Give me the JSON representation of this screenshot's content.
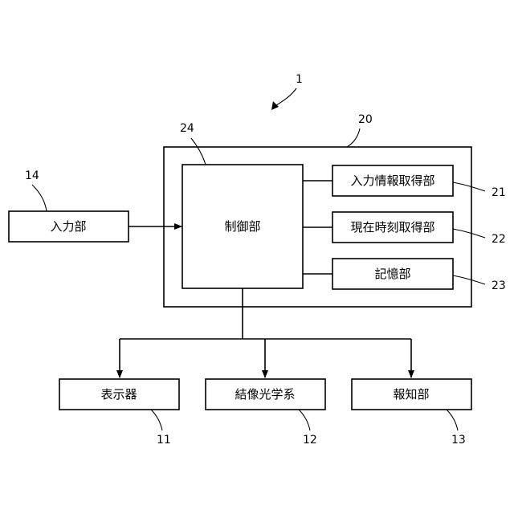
{
  "diagram": {
    "system_ref": "1",
    "unit": {
      "ref": "20"
    },
    "control": {
      "label": "制御部",
      "ref": "24"
    },
    "input_info": {
      "label": "入力情報取得部",
      "ref": "21"
    },
    "time_acq": {
      "label": "現在時刻取得部",
      "ref": "22"
    },
    "memory": {
      "label": "記憶部",
      "ref": "23"
    },
    "input": {
      "label": "入力部",
      "ref": "14"
    },
    "display": {
      "label": "表示器",
      "ref": "11"
    },
    "optics": {
      "label": "結像光学系",
      "ref": "12"
    },
    "notify": {
      "label": "報知部",
      "ref": "13"
    },
    "colors": {
      "stroke": "#000000",
      "background": "#ffffff"
    }
  }
}
